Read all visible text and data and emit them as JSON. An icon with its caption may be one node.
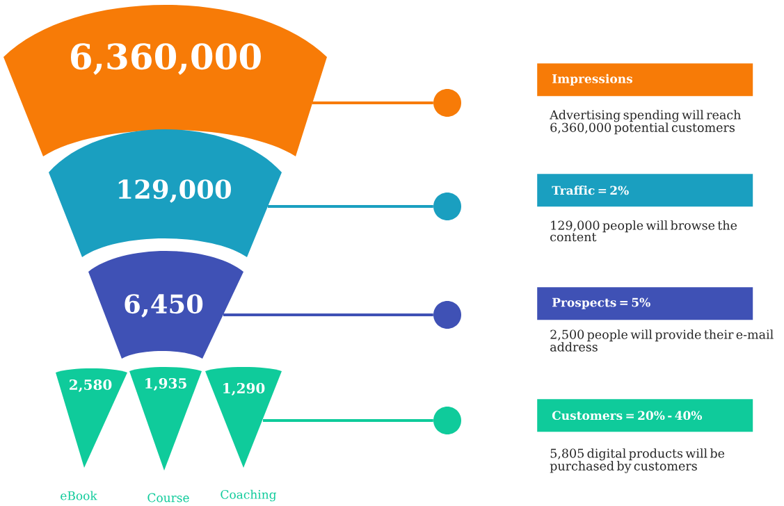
{
  "diagram": {
    "nodes": [
      {
        "text": [
          "6,360,000"
        ]
      },
      {
        "text": [
          "129,000"
        ]
      },
      {
        "text": [
          "6,450"
        ]
      },
      {
        "text": [
          "2,580"
        ],
        "beside": [
          "eBook"
        ]
      },
      {
        "text": [
          "1,935"
        ],
        "beside": [
          "Course"
        ]
      },
      {
        "text": [
          "1,290"
        ],
        "beside": [
          "Coaching"
        ]
      },
      {
        "text": [],
        "shape": "circle"
      },
      {
        "text": [],
        "shape": "circle"
      },
      {
        "text": [],
        "shape": "circle"
      },
      {
        "text": [],
        "shape": "circle"
      },
      {
        "text": [
          "Impressions"
        ],
        "beside": [
          "Advertising spending will reach 6,360,000 potential customers"
        ]
      },
      {
        "text": [
          "Traffic = 2%"
        ],
        "beside": [
          "129,000 people will browse the content"
        ]
      },
      {
        "text": [
          "Prospects = 5%"
        ],
        "beside": [
          "2,500 people will provide their e-mail address"
        ]
      },
      {
        "text": [
          "Customers = 20% - 40%"
        ],
        "beside": [
          "5,805 digital products will be purchased by customers"
        ]
      }
    ],
    "edges": [
      {
        "from": 0,
        "to": 6,
        "arrow": "none",
        "color": "#f77b07"
      },
      {
        "from": 1,
        "to": 7,
        "arrow": "none",
        "color": "#1a9fc0"
      },
      {
        "from": 2,
        "to": 8,
        "arrow": "none",
        "color": "#3f51b5"
      },
      {
        "from": 5,
        "to": 9,
        "arrow": "none",
        "color": "#0fcb9b"
      }
    ]
  }
}
